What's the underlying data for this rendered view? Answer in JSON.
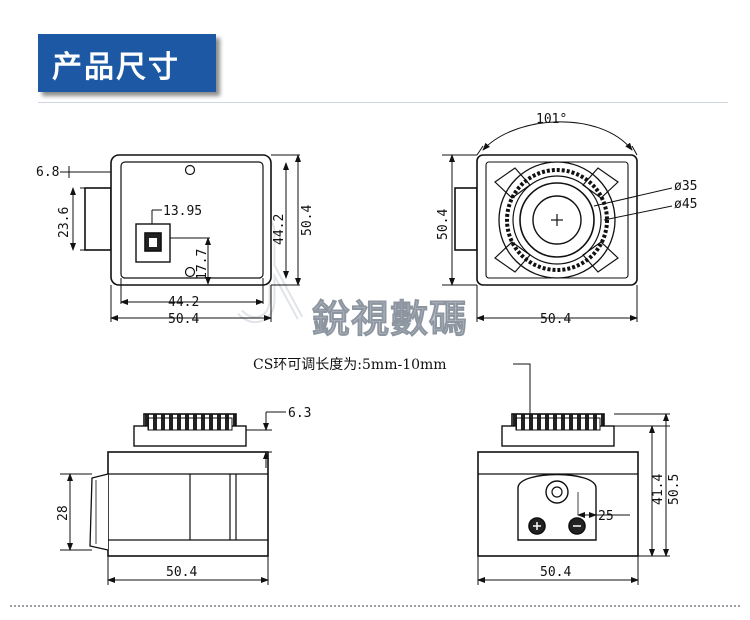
{
  "header": {
    "title": "产品尺寸"
  },
  "watermark": {
    "text": "銳視數碼"
  },
  "note": {
    "text": "CS环可调长度为:5mm-10mm"
  },
  "views": {
    "rear": {
      "dims": {
        "d6_8": "6.8",
        "d23_6": "23.6",
        "d13_95": "13.95",
        "d44_2v": "44.2",
        "d50_4v": "50.4",
        "d17_7": "17.7",
        "d44_2h": "44.2",
        "d50_4h": "50.4"
      }
    },
    "front": {
      "dims": {
        "angle": "101°",
        "d35": "ø35",
        "d45": "ø45",
        "d50_4v": "50.4",
        "d50_4h": "50.4"
      }
    },
    "side": {
      "dims": {
        "d6_3": "6.3",
        "d28": "28",
        "d50_4h": "50.4"
      }
    },
    "bottom": {
      "dims": {
        "d41_4": "41.4",
        "d50_5": "50.5",
        "d25": "25",
        "d50_4h": "50.4"
      }
    }
  },
  "colors": {
    "badge": "#1c58a4",
    "line": "#111111",
    "watermark": "#b9c0c8"
  }
}
